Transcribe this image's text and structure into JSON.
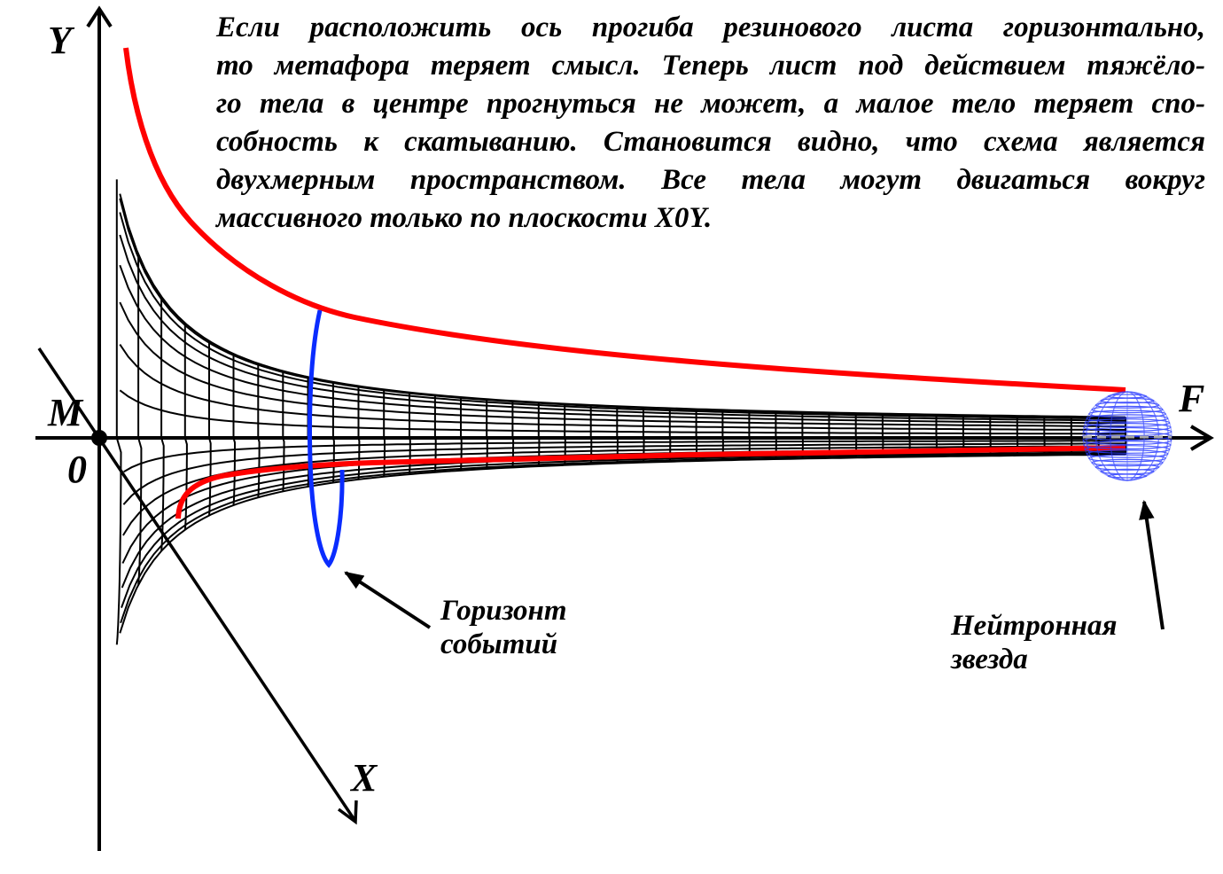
{
  "caption": {
    "lines": [
      "Если расположить ось прогиба резинового листа горизонтально,",
      "то метафора теряет смысл. Теперь лист под действием тяжёло-",
      "го тела в центре прогнуться не может, а малое тело теряет спо-",
      "собность к скатыванию. Становится видно, что схема является",
      "двухмерным пространством. Все тела могут двигаться вокруг",
      "массивного только по плоскости X0Y."
    ]
  },
  "axes": {
    "y_label": "Y",
    "x_label": "X",
    "f_label": "F",
    "origin_label": "0",
    "mass_label": "M"
  },
  "annotations": {
    "event_horizon": {
      "line1": "Горизонт",
      "line2": "событий"
    },
    "neutron_star": {
      "line1": "Нейтронная",
      "line2": "звезда"
    }
  },
  "colors": {
    "mesh": "#000000",
    "profile_curve": "#ff0000",
    "event_horizon": "#0a2cff",
    "neutron_star": "#2a3cff",
    "background": "#ffffff"
  }
}
